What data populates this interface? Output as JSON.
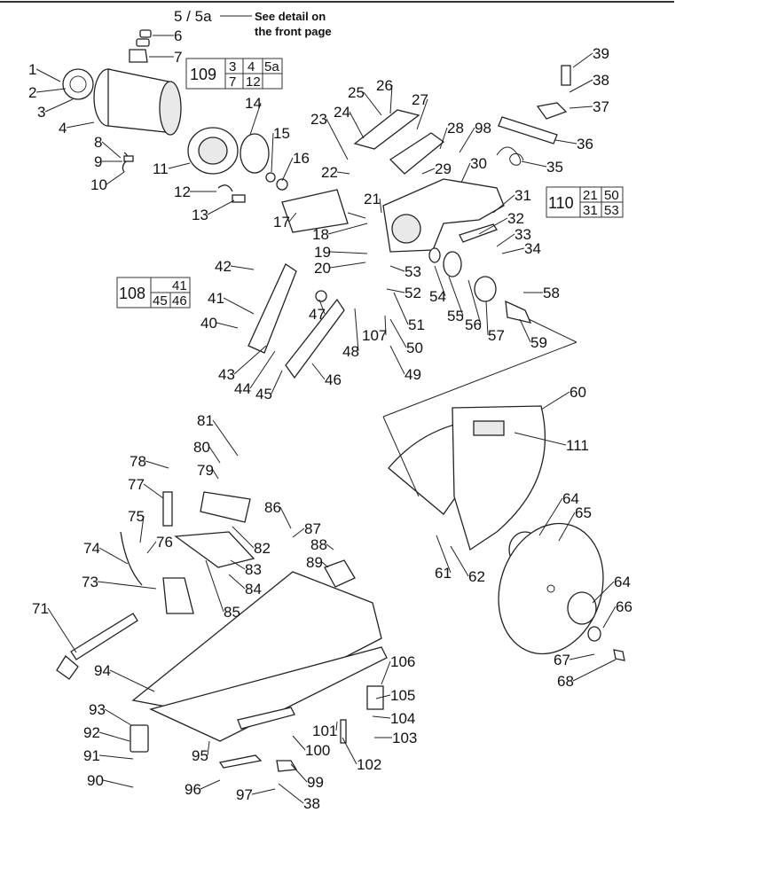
{
  "labels": {
    "top": [
      "1",
      "2",
      "3",
      "4",
      "5 / 5a",
      "6",
      "7",
      "8",
      "9",
      "10",
      "11",
      "12",
      "13",
      "14",
      "15",
      "16",
      "17",
      "18",
      "19",
      "20",
      "21",
      "22",
      "23",
      "24",
      "25",
      "26",
      "27",
      "28",
      "29",
      "30",
      "31",
      "32",
      "33",
      "34",
      "35",
      "36",
      "37",
      "38",
      "39",
      "98"
    ],
    "middle": [
      "40",
      "41",
      "42",
      "43",
      "44",
      "45",
      "46",
      "47",
      "48",
      "49",
      "50",
      "51",
      "52",
      "53",
      "54",
      "55",
      "56",
      "57",
      "58",
      "59",
      "107"
    ],
    "guard": [
      "60",
      "61",
      "62",
      "64",
      "64",
      "65",
      "66",
      "67",
      "68",
      "111"
    ],
    "base": [
      "71",
      "73",
      "74",
      "75",
      "76",
      "77",
      "78",
      "79",
      "80",
      "81",
      "82",
      "83",
      "84",
      "85",
      "86",
      "87",
      "88",
      "89",
      "90",
      "91",
      "92",
      "93",
      "94",
      "95",
      "96",
      "97",
      "38",
      "99",
      "100",
      "101",
      "102",
      "103",
      "104",
      "105",
      "106"
    ]
  },
  "note": {
    "line1": "See detail on",
    "line2": "the front page"
  },
  "group_109": {
    "id": "109",
    "row1": [
      "3",
      "4",
      "5a"
    ],
    "row2": [
      "7",
      "12",
      ""
    ]
  },
  "group_110": {
    "id": "110",
    "row1": [
      "21",
      "50"
    ],
    "row2": [
      "31",
      "53"
    ]
  },
  "group_108": {
    "id": "108",
    "row1": [
      "41"
    ],
    "row2": [
      "45",
      "46"
    ]
  }
}
